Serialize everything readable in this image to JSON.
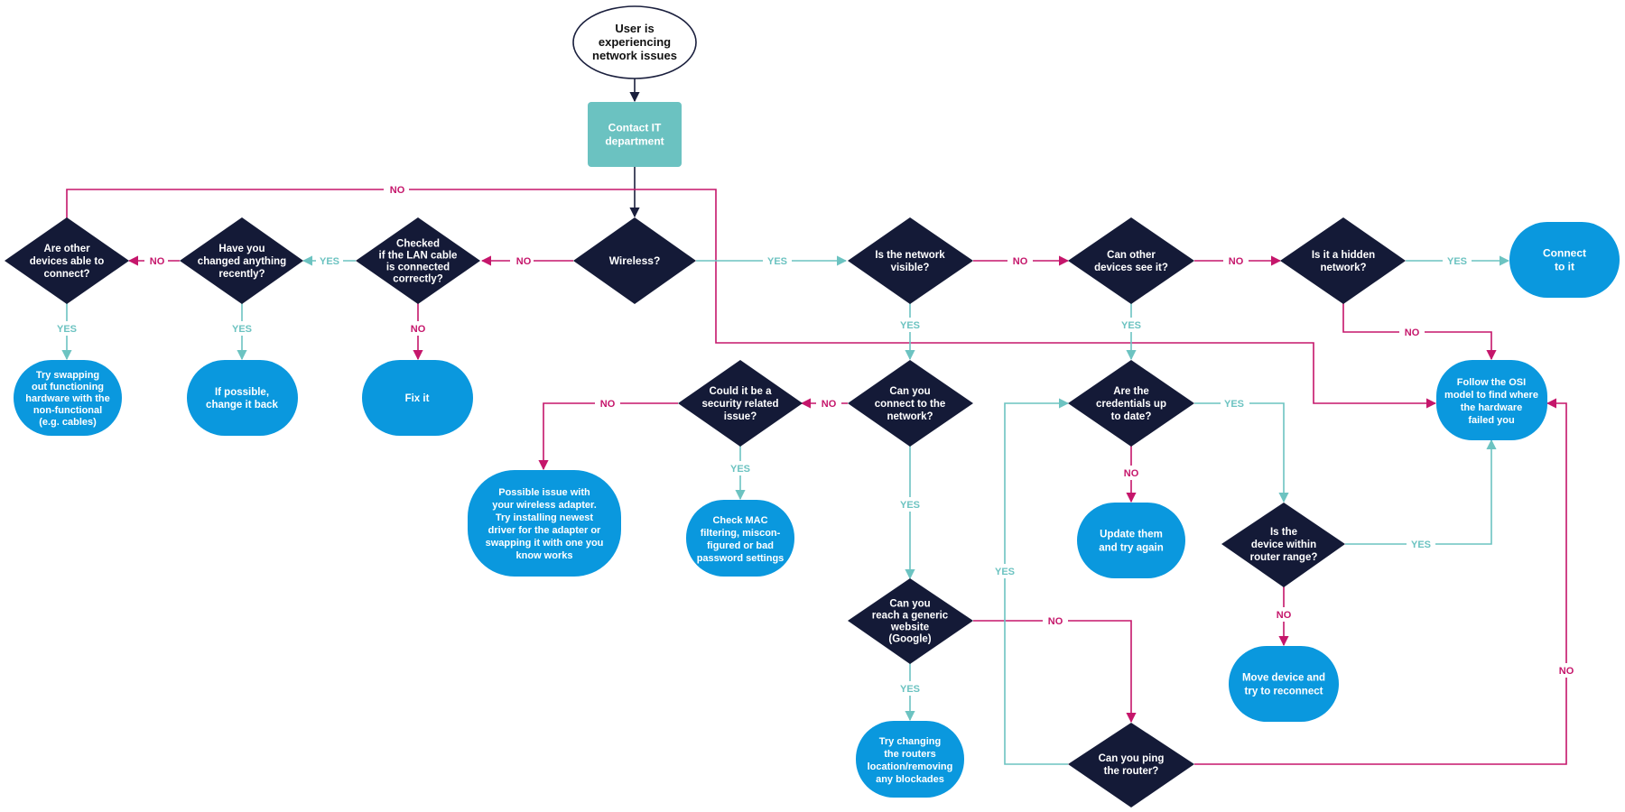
{
  "colors": {
    "no": "#c5166b",
    "yes": "#6cc3c1",
    "decision": "#141a37",
    "action": "#0a98de",
    "process": "#6bc2c1"
  },
  "nodes": {
    "start": {
      "lines": [
        "User is",
        "experiencing",
        "network issues"
      ]
    },
    "contact_it": {
      "lines": [
        "Contact IT",
        "department"
      ]
    },
    "wireless": {
      "lines": [
        "Wireless?"
      ]
    },
    "lan_cable": {
      "lines": [
        "Checked",
        "if the LAN cable",
        "is connected",
        "correctly?"
      ]
    },
    "changed": {
      "lines": [
        "Have you",
        "changed anything",
        "recently?"
      ]
    },
    "other_devices": {
      "lines": [
        "Are other",
        "devices able to",
        "connect?"
      ]
    },
    "swap_hw": {
      "lines": [
        "Try swapping",
        "out functioning",
        "hardware with the",
        "non-functional",
        "(e.g. cables)"
      ]
    },
    "change_back": {
      "lines": [
        "If possible,",
        "change it back"
      ]
    },
    "fix_it": {
      "lines": [
        "Fix it"
      ]
    },
    "net_visible": {
      "lines": [
        "Is the network",
        "visible?"
      ]
    },
    "other_see": {
      "lines": [
        "Can other",
        "devices see it?"
      ]
    },
    "hidden": {
      "lines": [
        "Is it a hidden",
        "network?"
      ]
    },
    "connect_it": {
      "lines": [
        "Connect",
        "to it"
      ]
    },
    "osi": {
      "lines": [
        "Follow the OSI",
        "model to find where",
        "the hardware",
        "failed you"
      ]
    },
    "can_connect": {
      "lines": [
        "Can you",
        "connect to the",
        "network?"
      ]
    },
    "security": {
      "lines": [
        "Could it be a",
        "security related",
        "issue?"
      ]
    },
    "adapter": {
      "lines": [
        "Possible issue with",
        "your wireless adapter.",
        "Try installing newest",
        "driver for the adapter or",
        "swapping it with one you",
        "know works"
      ]
    },
    "mac": {
      "lines": [
        "Check MAC",
        "filtering, miscon-",
        "figured or bad",
        "password settings"
      ]
    },
    "credentials": {
      "lines": [
        "Are the",
        "credentials up",
        "to date?"
      ]
    },
    "update": {
      "lines": [
        "Update them",
        "and try again"
      ]
    },
    "range": {
      "lines": [
        "Is the",
        "device within",
        "router range?"
      ]
    },
    "move": {
      "lines": [
        "Move device and",
        "try to reconnect"
      ]
    },
    "website": {
      "lines": [
        "Can you",
        "reach a generic",
        "website",
        "(Google)"
      ]
    },
    "ping": {
      "lines": [
        "Can you ping",
        "the router?"
      ]
    },
    "routers": {
      "lines": [
        "Try changing",
        "the routers",
        "location/removing",
        "any blockades"
      ]
    }
  },
  "edge_labels": {
    "yes": "YES",
    "no": "NO"
  }
}
